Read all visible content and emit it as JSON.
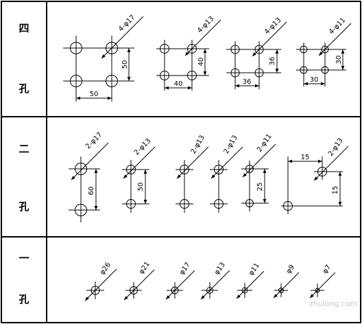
{
  "rows": [
    {
      "label_top": "四",
      "label_bottom": "孔",
      "patterns": [
        {
          "callout": "4-φ17",
          "dim_h": "50",
          "dim_v": "50"
        },
        {
          "callout": "4-φ13",
          "dim_h": "40",
          "dim_v": "40"
        },
        {
          "callout": "4-φ13",
          "dim_h": "36",
          "dim_v": "36"
        },
        {
          "callout": "4-φ11",
          "dim_h": "30",
          "dim_v": "30"
        }
      ]
    },
    {
      "label_top": "二",
      "label_bottom": "孔",
      "patterns": [
        {
          "callout": "2-φ17",
          "dim_v": "60"
        },
        {
          "callout": "2-φ13",
          "dim_v": "50"
        },
        {
          "callout": "2-φ13"
        },
        {
          "callout": "2-φ13"
        },
        {
          "callout": "2-φ11",
          "dim_v": "25"
        },
        {
          "callout": "2-φ13",
          "dim_h": "15",
          "dim_v": "15"
        }
      ]
    },
    {
      "label_top": "一",
      "label_bottom": "孔",
      "patterns": [
        {
          "callout": "φ26"
        },
        {
          "callout": "φ21"
        },
        {
          "callout": "φ17"
        },
        {
          "callout": "φ13"
        },
        {
          "callout": "φ11"
        },
        {
          "callout": "φ9"
        },
        {
          "callout": "φ7"
        }
      ]
    }
  ],
  "watermark": "zhulong.com"
}
